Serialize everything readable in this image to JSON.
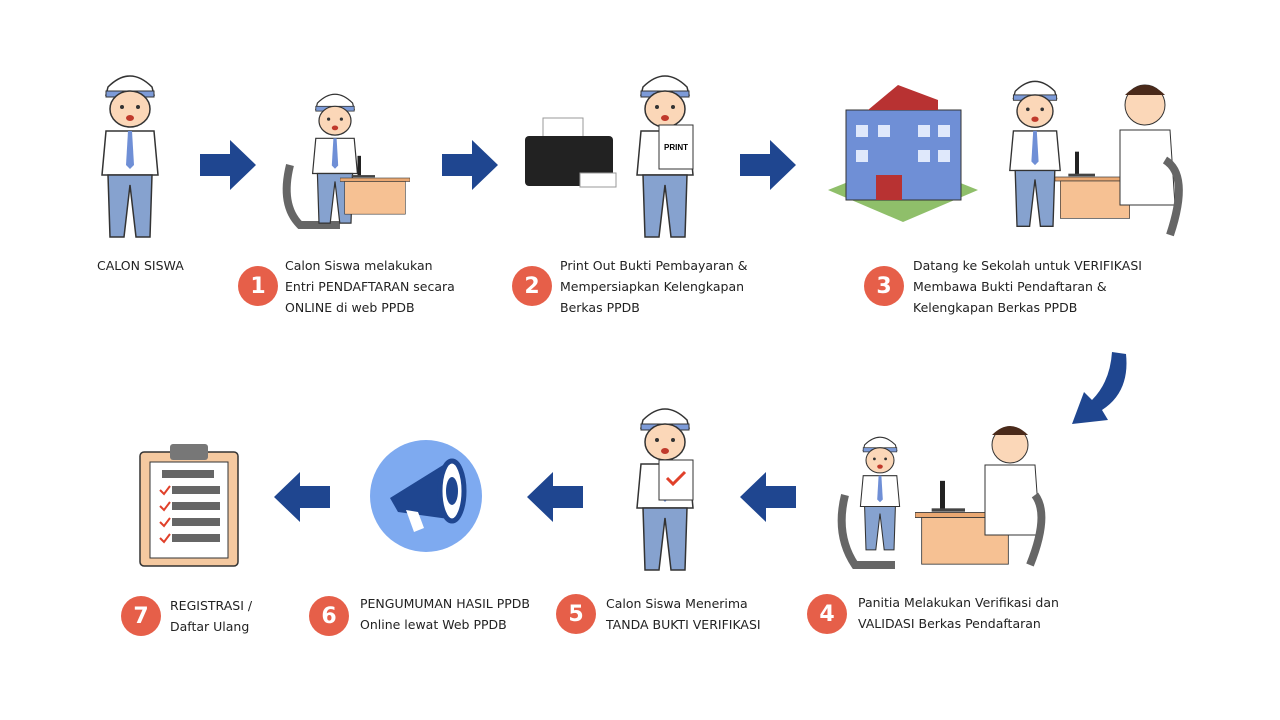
{
  "colors": {
    "arrow": "#1f4690",
    "badge": "#e65f49",
    "shirt": "#ffffff",
    "pants": "#86a2cf",
    "desk": "#f6c193",
    "building": "#6f8fd6",
    "megaphone_bg": "#7eaaf0"
  },
  "start": {
    "label": "CALON SISWA"
  },
  "steps": [
    {
      "number": "1",
      "lines": [
        "Calon Siswa melakukan",
        "Entri PENDAFTARAN secara",
        "ONLINE di web PPDB"
      ]
    },
    {
      "number": "2",
      "lines": [
        "Print Out Bukti Pembayaran &",
        "Mempersiapkan Kelengkapan",
        "Berkas PPDB"
      ]
    },
    {
      "number": "3",
      "lines": [
        "Datang ke Sekolah untuk VERIFIKASI",
        "Membawa Bukti Pendaftaran &",
        "Kelengkapan Berkas PPDB"
      ]
    },
    {
      "number": "4",
      "lines": [
        "Panitia Melakukan Verifikasi dan",
        "VALIDASI Berkas Pendaftaran"
      ]
    },
    {
      "number": "5",
      "lines": [
        "Calon Siswa Menerima",
        "TANDA BUKTI VERIFIKASI"
      ]
    },
    {
      "number": "6",
      "lines": [
        "PENGUMUMAN HASIL PPDB",
        "Online lewat Web PPDB"
      ]
    },
    {
      "number": "7",
      "lines": [
        "REGISTRASI /",
        "Daftar Ulang"
      ]
    }
  ],
  "paper_label": "PRINT"
}
